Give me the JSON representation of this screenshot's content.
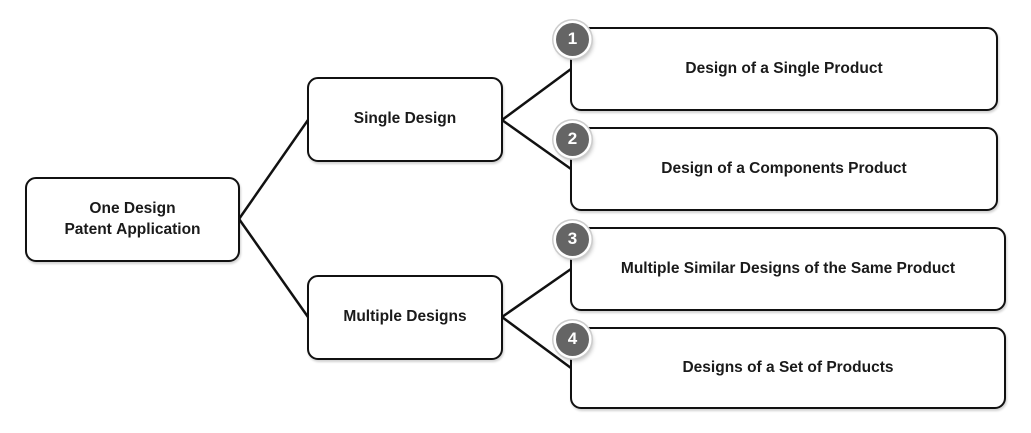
{
  "diagram": {
    "title_hint": "One design patent application hierarchy",
    "root": {
      "label": "One Design Patent Application"
    },
    "branches": [
      {
        "label": "Single Design",
        "children": [
          {
            "num": "1",
            "label": "Design of a Single Product"
          },
          {
            "num": "2",
            "label": "Design of a Components Product"
          }
        ]
      },
      {
        "label": "Multiple Designs",
        "children": [
          {
            "num": "3",
            "label": "Multiple Similar Designs of the Same Product"
          },
          {
            "num": "4",
            "label": "Designs of a Set of Products"
          }
        ]
      }
    ],
    "colors": {
      "box_border": "#111111",
      "box_fill": "#ffffff",
      "badge_fill": "#656565",
      "badge_text": "#ffffff",
      "badge_ring": "#cccccc",
      "connector": "#111111",
      "background": "#ffffff"
    }
  }
}
